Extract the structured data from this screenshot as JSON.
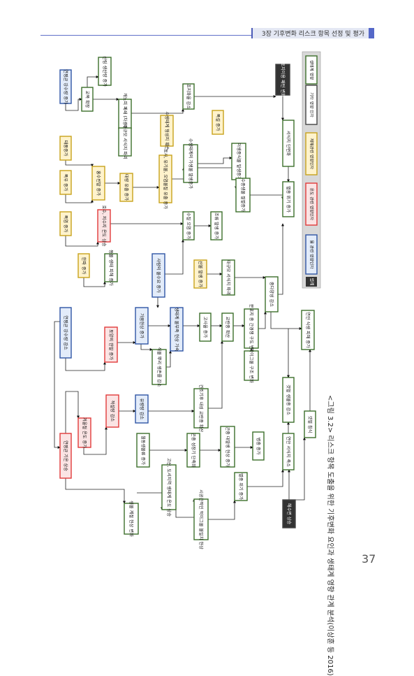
{
  "header": {
    "title": "3장 기후변화 리스크 항목 선정 및 평가"
  },
  "page_number": "37",
  "caption": "<그림 3.2> 리스크 항목 도출을 위한 기후변화 요인과 생태계 영향 관계 분석(이상훈 등 2016)",
  "colors": {
    "temp": "#e23a3a",
    "water": "#2f55a5",
    "ecology": "#3c6e2b",
    "disaster": "#c8a21b",
    "other": "#444444",
    "water_fill": "#e3ecfa",
    "temp_fill": "#fbe4e4",
    "disaster_fill": "#fff3cc",
    "ecology_fill": "#ffffff",
    "other_fill": "#ffffff"
  },
  "legend": {
    "title": "범례",
    "items": [
      {
        "label": "물 관련 영향인자",
        "kind": "water"
      },
      {
        "label": "온도 관련 영향인자",
        "kind": "temp"
      },
      {
        "label": "재해관련 영향인자",
        "kind": "disaster"
      },
      {
        "label": "기타 영향 인자",
        "kind": "other"
      },
      {
        "label": "생태계 영향",
        "kind": "ecology"
      }
    ]
  },
  "nodes": [
    {
      "id": "n1",
      "label": "연평균 강수량 증가",
      "kind": "water"
    },
    {
      "id": "n2",
      "label": "산림 생산량 증가",
      "kind": "ecology"
    },
    {
      "id": "n3",
      "label": "교목 확장",
      "kind": "ecology"
    },
    {
      "id": "n4",
      "label": "캐노피 폐쇄 (차광증가)",
      "kind": "ecology"
    },
    {
      "id": "n5",
      "label": "초지화율 감소",
      "kind": "ecology"
    },
    {
      "id": "n6",
      "label": "토지이용 패턴 변화",
      "kind": "other"
    },
    {
      "id": "n7",
      "label": "태풍증가",
      "kind": "disaster"
    },
    {
      "id": "n8",
      "label": "대규모 서식지 파괴",
      "kind": "ecology"
    },
    {
      "id": "n9",
      "label": "수생태계 형성지 훼손",
      "kind": "disaster"
    },
    {
      "id": "n10",
      "label": "폭설 증가",
      "kind": "disaster"
    },
    {
      "id": "n11",
      "label": "서식지 단편화",
      "kind": "ecology"
    },
    {
      "id": "n12",
      "label": "폭우 증가",
      "kind": "disaster"
    },
    {
      "id": "n13",
      "label": "홍수빈발 증가",
      "kind": "disaster"
    },
    {
      "id": "n14",
      "label": "대량 유출 증가",
      "kind": "disaster"
    },
    {
      "id": "n15",
      "label": "토사, 유기물, 오염물질 유출 증가",
      "kind": "disaster"
    },
    {
      "id": "n16",
      "label": "수생태계의 가생물 발생증가",
      "kind": "ecology"
    },
    {
      "id": "n17",
      "label": "이생종식물 발생증가",
      "kind": "ecology"
    },
    {
      "id": "n18",
      "label": "수종생물 절멸증가",
      "kind": "ecology"
    },
    {
      "id": "n19",
      "label": "멸종 위기 증가",
      "kind": "ecology"
    },
    {
      "id": "n20",
      "label": "폭염 증가",
      "kind": "disaster"
    },
    {
      "id": "n21",
      "label": "호수, 저수지 온도 상승",
      "kind": "temp"
    },
    {
      "id": "n22",
      "label": "수질 오염 증가",
      "kind": "ecology"
    },
    {
      "id": "n23",
      "label": "조류 발생 증가",
      "kind": "ecology"
    },
    {
      "id": "n24",
      "label": "한파 증가",
      "kind": "disaster"
    },
    {
      "id": "n25",
      "label": "동물 생태 피해 증가",
      "kind": "ecology"
    },
    {
      "id": "n26",
      "label": "사람의 물수요 증가",
      "kind": "water"
    },
    {
      "id": "n27",
      "label": "산불 발생 증가",
      "kind": "disaster"
    },
    {
      "id": "n28",
      "label": "대규모 서식지 파괴",
      "kind": "ecology"
    },
    {
      "id": "n29",
      "label": "종다양성 감소",
      "kind": "ecology"
    },
    {
      "id": "n30",
      "label": "연평균 강수량 감소",
      "kind": "water"
    },
    {
      "id": "n31",
      "label": "토양의 한발 증가",
      "kind": "temp"
    },
    {
      "id": "n32",
      "label": "가뭄현상 증가",
      "kind": "water"
    },
    {
      "id": "n33",
      "label": "생태계 물부족 현상 가속",
      "kind": "water"
    },
    {
      "id": "n34",
      "label": "고사율 증가",
      "kind": "ecology"
    },
    {
      "id": "n35",
      "label": "교란종 확산",
      "kind": "ecology"
    },
    {
      "id": "n36",
      "label": "분포지 종 간경쟁 구도 변화",
      "kind": "ecology"
    },
    {
      "id": "n37",
      "label": "식물 뿌리 생존률 감소",
      "kind": "ecology"
    },
    {
      "id": "n38",
      "label": "먹이그물 구조 변화",
      "kind": "ecology"
    },
    {
      "id": "n39",
      "label": "연안 식생 피해 증가",
      "kind": "ecology"
    },
    {
      "id": "n40",
      "label": "겨울철 온도 증가",
      "kind": "temp"
    },
    {
      "id": "n41",
      "label": "적설량 감소",
      "kind": "temp"
    },
    {
      "id": "n42",
      "label": "유량량 감소",
      "kind": "water"
    },
    {
      "id": "n43",
      "label": "건조기후 내성 교란종 확산",
      "kind": "ecology"
    },
    {
      "id": "n44",
      "label": "갯벌 생물종 감소",
      "kind": "ecology"
    },
    {
      "id": "n45",
      "label": "연평균 기온 상승",
      "kind": "temp"
    },
    {
      "id": "n46",
      "label": "월동생물류 증가",
      "kind": "ecology"
    },
    {
      "id": "n47",
      "label": "곤충 성장기 단축화",
      "kind": "ecology"
    },
    {
      "id": "n48",
      "label": "곤충 대발생 현상 증가",
      "kind": "ecology"
    },
    {
      "id": "n49",
      "label": "병충 증가",
      "kind": "ecology"
    },
    {
      "id": "n50",
      "label": "갯벌 침식",
      "kind": "ecology"
    },
    {
      "id": "n51",
      "label": "연안 서식지 축소",
      "kind": "ecology"
    },
    {
      "id": "n52",
      "label": "고산, 도서지역 생태계 온도 상승",
      "kind": "ecology"
    },
    {
      "id": "n53",
      "label": "멸종 위기 증가",
      "kind": "ecology"
    },
    {
      "id": "n54",
      "label": "생물 계절 현상 변화",
      "kind": "ecology"
    },
    {
      "id": "n55",
      "label": "시공간적인 먹이그물 불일치 현상",
      "kind": "ecology"
    },
    {
      "id": "n56",
      "label": "해수면 상승",
      "kind": "other"
    }
  ]
}
